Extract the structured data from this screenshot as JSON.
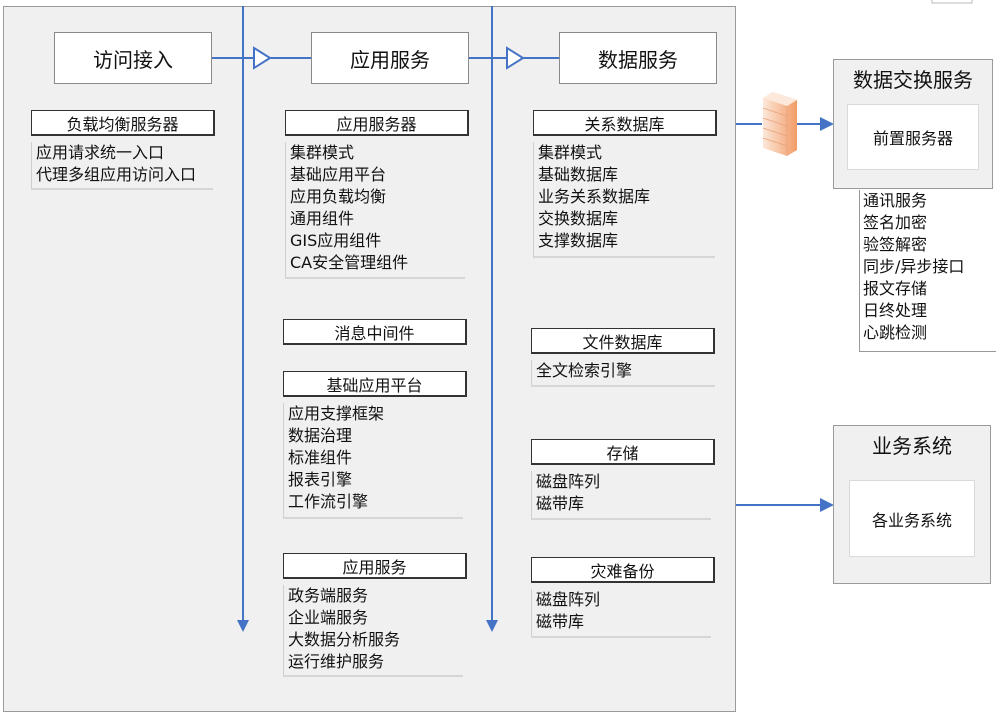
{
  "columns": [
    {
      "title": "访问接入"
    },
    {
      "title": "应用服务"
    },
    {
      "title": "数据服务"
    }
  ],
  "access": {
    "sections": [
      {
        "title": "负载均衡服务器",
        "items": [
          "应用请求统一入口",
          "代理多组应用访问入口"
        ]
      }
    ]
  },
  "app": {
    "sections": [
      {
        "title": "应用服务器",
        "items": [
          "集群模式",
          "基础应用平台",
          "应用负载均衡",
          "通用组件",
          "GIS应用组件",
          "CA安全管理组件"
        ]
      },
      {
        "title": "消息中间件",
        "items": []
      },
      {
        "title": "基础应用平台",
        "items": [
          "应用支撑框架",
          "数据治理",
          "标准组件",
          "报表引擎",
          "工作流引擎"
        ]
      },
      {
        "title": "应用服务",
        "items": [
          "政务端服务",
          "企业端服务",
          "大数据分析服务",
          "运行维护服务"
        ]
      }
    ]
  },
  "data": {
    "sections": [
      {
        "title": "关系数据库",
        "items": [
          "集群模式",
          "基础数据库",
          "业务关系数据库",
          "交换数据库",
          "支撑数据库"
        ]
      },
      {
        "title": "文件数据库",
        "items": [
          "全文检索引擎"
        ]
      },
      {
        "title": "存储",
        "items": [
          "磁盘阵列",
          "磁带库"
        ]
      },
      {
        "title": "灾难备份",
        "items": [
          "磁盘阵列",
          "磁带库"
        ]
      }
    ]
  },
  "exchange": {
    "title": "数据交换服务",
    "inner": "前置服务器",
    "items": [
      "通讯服务",
      "签名加密",
      "验签解密",
      "同步/异步接口",
      "报文存储",
      "日终处理",
      "心跳检测"
    ]
  },
  "business": {
    "title": "业务系统",
    "inner": "各业务系统"
  },
  "icons": {
    "firewall": "firewall-icon"
  },
  "colors": {
    "connector": "#4472c4",
    "firewall": "#f4b183",
    "panel": "#f0f0f0"
  }
}
